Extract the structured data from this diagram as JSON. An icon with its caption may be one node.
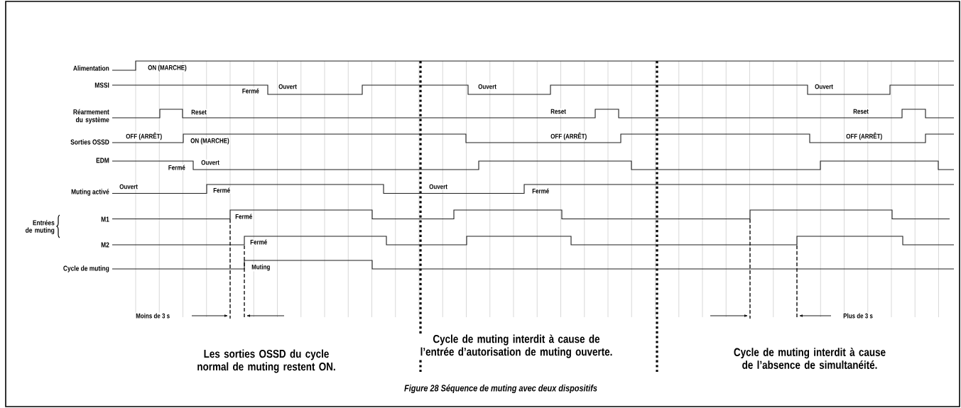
{
  "diagram": {
    "caption": "Figure 28 Séquence de muting avec deux dispositifs",
    "labels": [
      "Alimentation",
      "ON (MARCHE)",
      "MSSI",
      "Fermé",
      "Ouvert",
      "Ouvert",
      "Ouvert",
      "Réarmement du système",
      "Reset",
      "Reset",
      "Reset",
      "Sorties OSSD",
      "OFF (ARRÊT)",
      "ON (MARCHE)",
      "OFF (ARRÊT)",
      "OFF (ARRÊT)",
      "EDM",
      "Fermé",
      "Ouvert",
      "Muting activé",
      "Ouvert",
      "Fermé",
      "Ouvert",
      "Fermé",
      "Entrées de muting",
      "M1",
      "Fermé",
      "M2",
      "Fermé",
      "Cycle de muting",
      "Muting",
      "Moins de 3 s",
      "Plus de 3 s",
      "Les sorties OSSD du cycle normal de muting restent ON.",
      "Cycle de muting interdit à cause de l’entrée d’autorisation de muting ouverte.",
      "Cycle de muting interdit à cause de l’absence de simultanéité."
    ]
  }
}
